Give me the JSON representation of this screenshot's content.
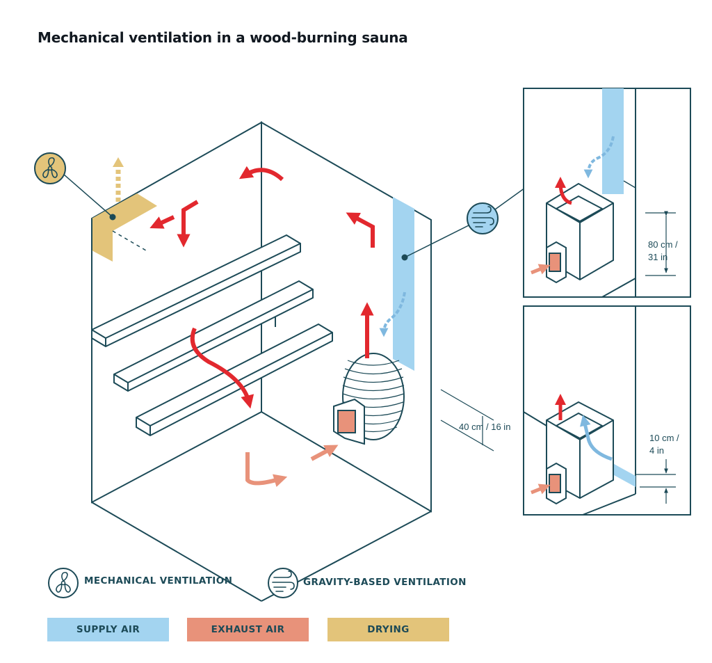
{
  "title": "Mechanical ventilation in a wood-burning sauna",
  "dimensions": {
    "heater_clearance_top": "40 cm / 16 in",
    "inset_top_line1": "80 cm /",
    "inset_top_line2": "31 in",
    "inset_bottom_line1": "10 cm /",
    "inset_bottom_line2": "4 in"
  },
  "legend": {
    "mechanical": "MECHANICAL VENTILATION",
    "gravity": "GRAVITY-BASED VENTILATION",
    "supply": "SUPPLY AIR",
    "exhaust": "EXHAUST AIR",
    "drying": "DRYING"
  },
  "icons": {
    "mechanical": "fan-icon",
    "gravity": "wind-icon"
  },
  "colors": {
    "outline": "#1c4a57",
    "supply_air": "#a3d4f0",
    "exhaust_air": "#e8927a",
    "hot_air": "#e2282e",
    "drying": "#e3c47a"
  }
}
